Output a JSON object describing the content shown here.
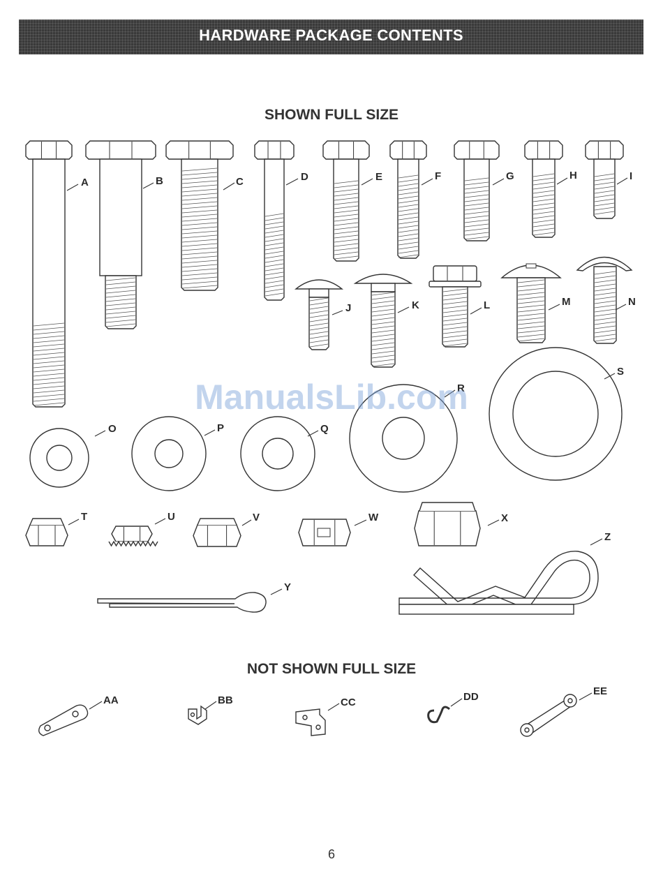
{
  "header": {
    "title": "HARDWARE PACKAGE CONTENTS"
  },
  "sections": {
    "shown": "SHOWN FULL SIZE",
    "not_shown": "NOT SHOWN FULL SIZE"
  },
  "watermark": "ManualsLib.com",
  "page_number": "6",
  "labels": {
    "A": "A",
    "B": "B",
    "C": "C",
    "D": "D",
    "E": "E",
    "F": "F",
    "G": "G",
    "H": "H",
    "I": "I",
    "J": "J",
    "K": "K",
    "L": "L",
    "M": "M",
    "N": "N",
    "O": "O",
    "P": "P",
    "Q": "Q",
    "R": "R",
    "S": "S",
    "T": "T",
    "U": "U",
    "V": "V",
    "W": "W",
    "X": "X",
    "Y": "Y",
    "Z": "Z",
    "AA": "AA",
    "BB": "BB",
    "CC": "CC",
    "DD": "DD",
    "EE": "EE"
  }
}
